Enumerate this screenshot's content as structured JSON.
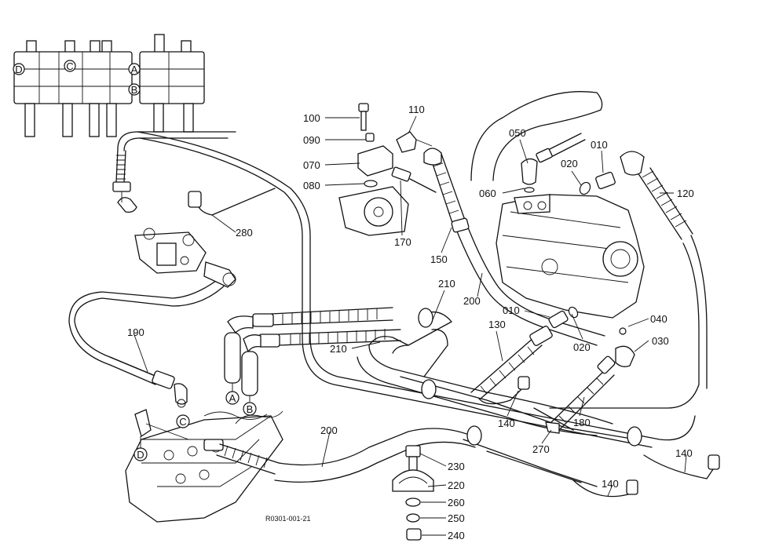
{
  "diagram": {
    "reference_code": "R0301-001-21",
    "part_labels": [
      {
        "id": "p100",
        "text": "100"
      },
      {
        "id": "p110",
        "text": "110"
      },
      {
        "id": "p090",
        "text": "090"
      },
      {
        "id": "p070",
        "text": "070"
      },
      {
        "id": "p080",
        "text": "080"
      },
      {
        "id": "p050",
        "text": "050"
      },
      {
        "id": "p010a",
        "text": "010"
      },
      {
        "id": "p020a",
        "text": "020"
      },
      {
        "id": "p060",
        "text": "060"
      },
      {
        "id": "p120",
        "text": "120"
      },
      {
        "id": "p170",
        "text": "170"
      },
      {
        "id": "p150",
        "text": "150"
      },
      {
        "id": "p280",
        "text": "280"
      },
      {
        "id": "p210a",
        "text": "210"
      },
      {
        "id": "p200a",
        "text": "200"
      },
      {
        "id": "p010b",
        "text": "010"
      },
      {
        "id": "p040",
        "text": "040"
      },
      {
        "id": "p190",
        "text": "190"
      },
      {
        "id": "p130",
        "text": "130"
      },
      {
        "id": "p020b",
        "text": "020"
      },
      {
        "id": "p030",
        "text": "030"
      },
      {
        "id": "p210b",
        "text": "210"
      },
      {
        "id": "p140a",
        "text": "140"
      },
      {
        "id": "p180",
        "text": "180"
      },
      {
        "id": "p200b",
        "text": "200"
      },
      {
        "id": "p270",
        "text": "270"
      },
      {
        "id": "p140b",
        "text": "140"
      },
      {
        "id": "p140c",
        "text": "140"
      },
      {
        "id": "p230",
        "text": "230"
      },
      {
        "id": "p220",
        "text": "220"
      },
      {
        "id": "p260",
        "text": "260"
      },
      {
        "id": "p250",
        "text": "250"
      },
      {
        "id": "p240",
        "text": "240"
      }
    ],
    "connection_markers": [
      {
        "id": "top-D",
        "text": "D"
      },
      {
        "id": "top-C",
        "text": "C"
      },
      {
        "id": "top-A",
        "text": "A"
      },
      {
        "id": "top-B",
        "text": "B"
      },
      {
        "id": "low-A",
        "text": "A"
      },
      {
        "id": "low-B",
        "text": "B"
      },
      {
        "id": "low-C",
        "text": "C"
      },
      {
        "id": "low-D",
        "text": "D"
      }
    ]
  }
}
